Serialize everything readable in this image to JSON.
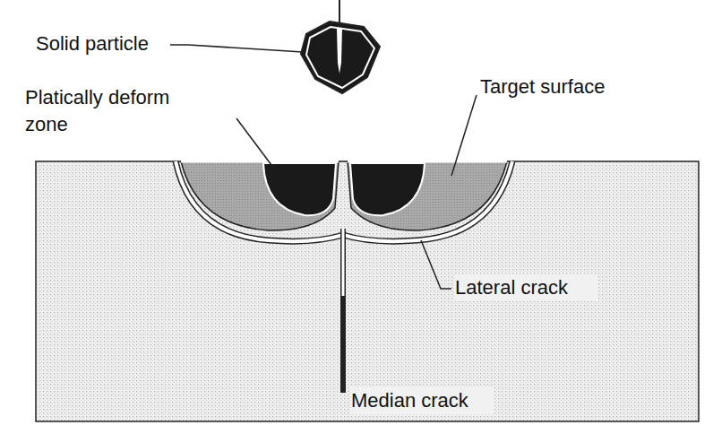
{
  "diagram": {
    "labels": [
      "Solid particle",
      "Platically deform zone",
      "Target surface",
      "Lateral crack",
      "Median crack"
    ]
  }
}
